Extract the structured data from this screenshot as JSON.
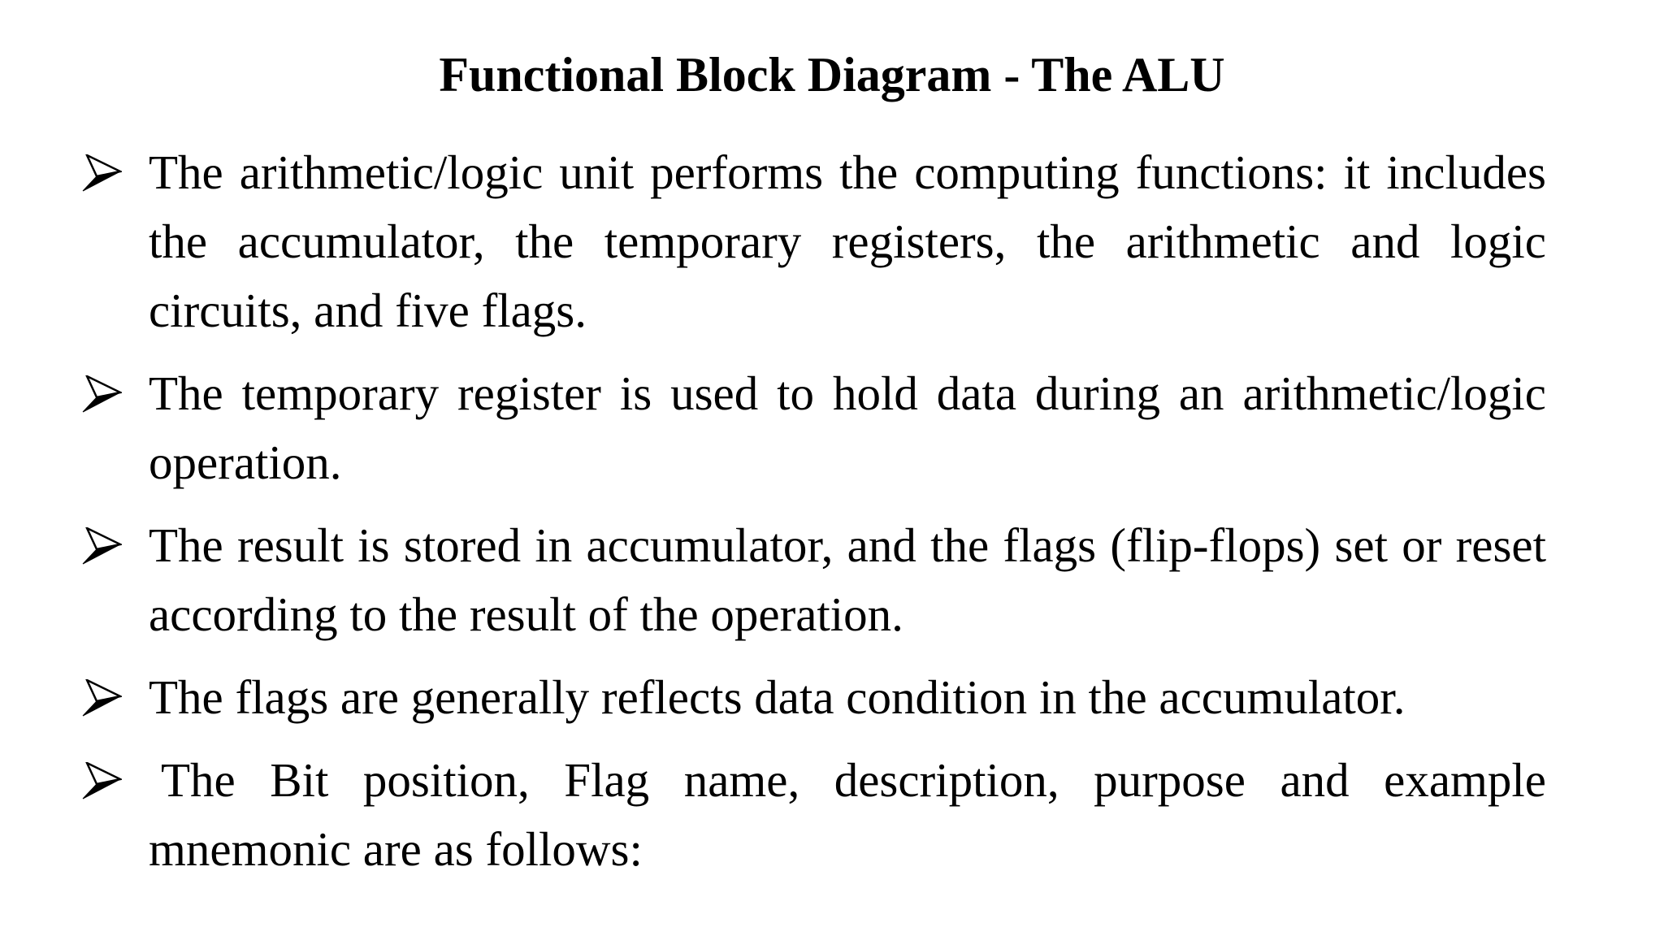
{
  "slide": {
    "title": "Functional Block Diagram - The ALU",
    "bullet_icon": "3d-arrowhead-right",
    "colors": {
      "background": "#ffffff",
      "text": "#000000"
    },
    "bullets": [
      "The arithmetic/logic unit performs the computing functions: it includes the accumulator, the temporary registers, the arithmetic and logic circuits, and five flags.",
      "The temporary register is used to hold data during an arithmetic/logic operation.",
      "The result is stored in accumulator, and the flags (flip-flops) set or reset according to the result of the operation.",
      "The flags are generally reflects data condition in the accumulator.",
      "The Bit position, Flag name, description, purpose and example mnemonic  are as follows:"
    ]
  }
}
